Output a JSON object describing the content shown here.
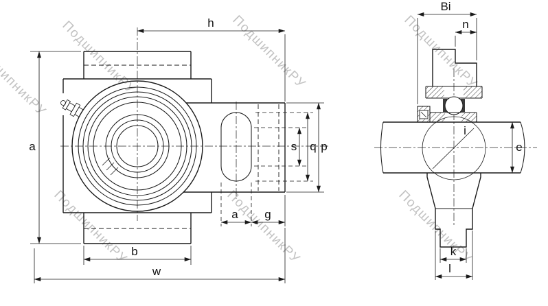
{
  "colors": {
    "background": "#ffffff",
    "line": "#1a1a1a",
    "watermark": "#b3b3b3"
  },
  "watermark": {
    "text": "ПодшипникРУ"
  },
  "front_view": {
    "dims": {
      "h": "h",
      "a_left": "a",
      "s": "s",
      "q": "q",
      "p": "p",
      "a_bottom": "a",
      "g": "g",
      "b": "b",
      "w": "w"
    }
  },
  "side_view": {
    "dims": {
      "bi": "Bi",
      "n": "n",
      "i": "i",
      "e": "e",
      "k": "k",
      "l": "l"
    }
  }
}
